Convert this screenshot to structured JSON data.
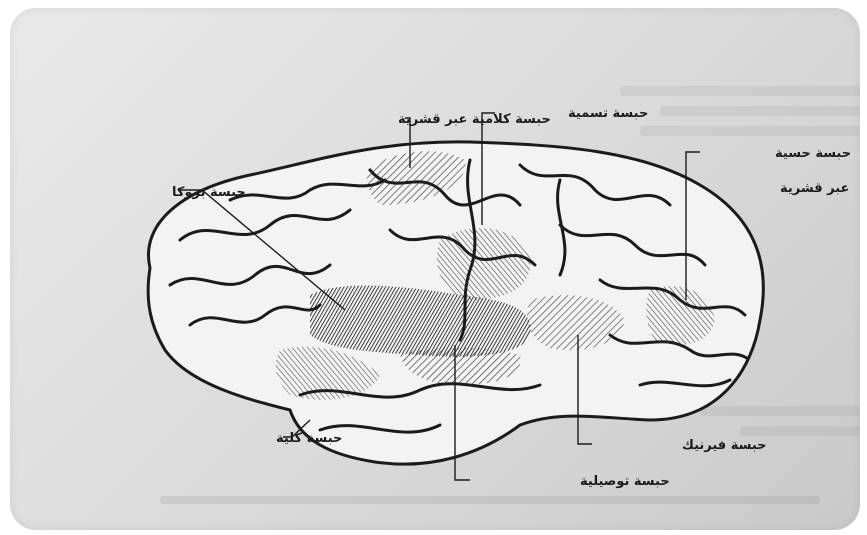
{
  "labels": {
    "transcortical_speech": "حبسة كلامية عبر قشرية",
    "naming": "حبسة تسمية",
    "transcortical_sensory_1": "حبسة حسية",
    "transcortical_sensory_2": "عبر قشرية",
    "broca": "حبسة بروكا",
    "global": "حبسة كلية",
    "wernicke": "حبسة فيرنيك",
    "conduction": "حبسة توصيلية"
  },
  "colors": {
    "background": "#dcdcdc",
    "ink": "#1b1b1b",
    "brain_fill": "#f3f3f3"
  }
}
